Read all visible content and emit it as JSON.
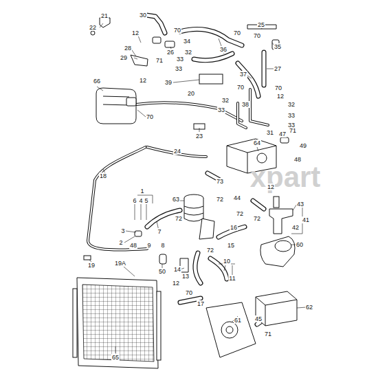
{
  "diagram": {
    "labels": [
      "21",
      "22",
      "30",
      "12",
      "70",
      "34",
      "26",
      "28",
      "29",
      "71",
      "12",
      "36",
      "32",
      "33",
      "33",
      "70",
      "25",
      "70",
      "35",
      "27",
      "70",
      "12",
      "37",
      "70",
      "39",
      "20",
      "32",
      "33",
      "38",
      "32",
      "33",
      "33",
      "31",
      "66",
      "70",
      "23",
      "24",
      "47",
      "71",
      "49",
      "48",
      "64",
      "18",
      "1",
      "6",
      "4",
      "5",
      "73",
      "63",
      "72",
      "12",
      "44",
      "43",
      "72",
      "72",
      "41",
      "42",
      "72",
      "16",
      "15",
      "7",
      "3",
      "2",
      "48",
      "9",
      "8",
      "72",
      "60",
      "19",
      "19A",
      "50",
      "14",
      "13",
      "10",
      "11",
      "12",
      "70",
      "17",
      "62",
      "61",
      "45",
      "71",
      "65",
      "xpart"
    ]
  }
}
